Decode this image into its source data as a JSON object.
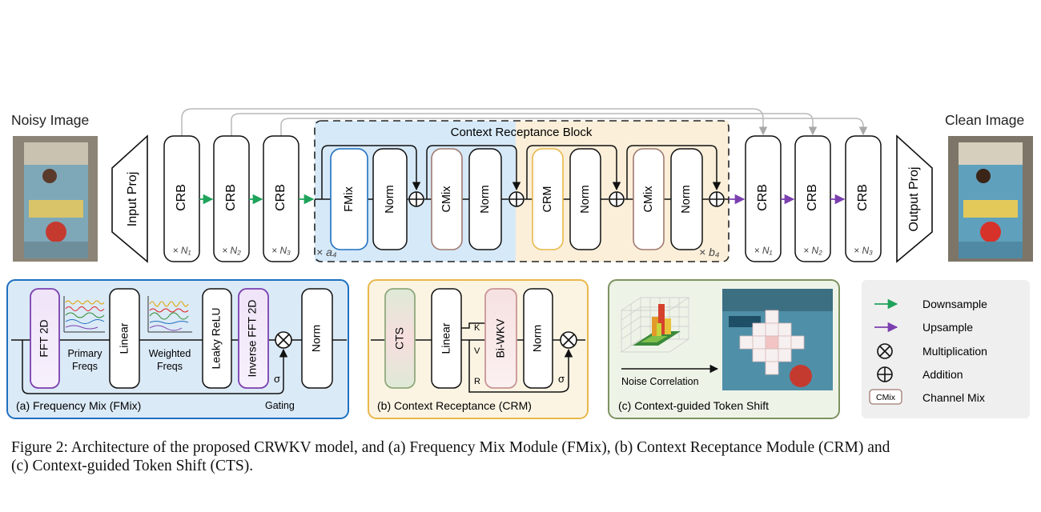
{
  "colors": {
    "blue_region": "#d6e9f8",
    "orange_region": "#fbefd9",
    "fmix_border": "#1f6fbf",
    "crm_border": "#e8b84a",
    "cts_border": "#7d9360",
    "downsample": "#1ea35a",
    "upsample": "#7b3fb0",
    "skip": "#b9b9b9",
    "fft_box": "#7b3fb0",
    "cmix_box": "#a07a70",
    "crm_box": "#e8b84a",
    "cts_box": "#8fa97c",
    "biwkv_box": "#c99494"
  },
  "labels": {
    "noisy_image": "Noisy Image",
    "clean_image": "Clean Image",
    "input_proj": "Input Proj",
    "output_proj": "Output Proj",
    "crb": "CRB",
    "n1": "× N₁",
    "n2": "× N₂",
    "n3": "× N₃",
    "context_block_title": "Context Receptance Block",
    "a4": "× a₄",
    "b4": "× b₄",
    "fmix": "FMix",
    "norm": "Norm",
    "cmix": "CMix",
    "crm": "CRM"
  },
  "panel_a": {
    "fft2d": "FFT 2D",
    "primary_freqs_1": "Primary",
    "primary_freqs_2": "Freqs",
    "linear": "Linear",
    "weighted_freqs_1": "Weighted",
    "weighted_freqs_2": "Freqs",
    "leaky_relu": "Leaky ReLU",
    "inverse_fft": "Inverse FFT 2D",
    "norm": "Norm",
    "sigma": "σ",
    "gating": "Gating",
    "title": "(a) Frequency Mix (FMix)"
  },
  "panel_b": {
    "cts": "CTS",
    "linear": "Linear",
    "k": "K",
    "v": "V",
    "r": "R",
    "biwkv": "Bi-WKV",
    "norm": "Norm",
    "sigma": "σ",
    "title": "(b) Context Receptance (CRM)"
  },
  "panel_c": {
    "noise_correlation": "Noise Correlation",
    "title": "(c) Context-guided Token Shift"
  },
  "legend": {
    "downsample": "Downsample",
    "upsample": "Upsample",
    "multiplication": "Multiplication",
    "addition": "Addition",
    "cmix_chip": "CMix",
    "channel_mix": "Channel Mix"
  },
  "caption": {
    "line1": "Figure 2: Architecture of the proposed CRWKV model, and (a) Frequency Mix Module (FMix), (b) Context Receptance Module (CRM) and",
    "line2": "(c) Context-guided Token Shift (CTS)."
  }
}
